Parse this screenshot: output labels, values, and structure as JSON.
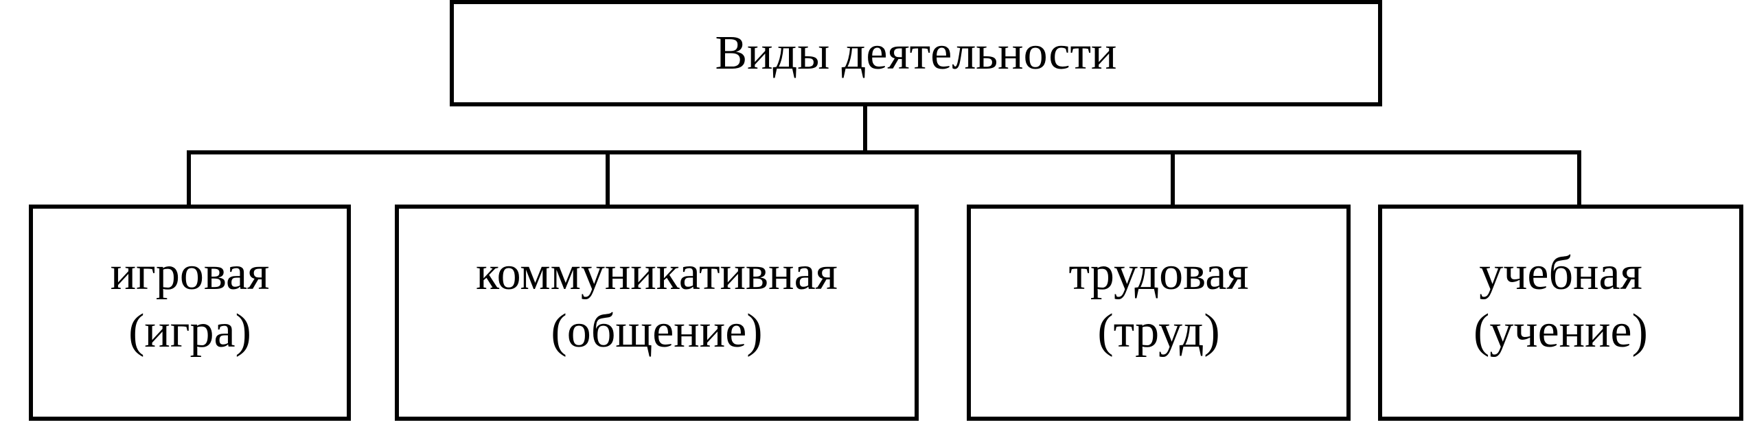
{
  "root": {
    "label": "Виды деятельности"
  },
  "children": [
    {
      "line1": "игровая",
      "line2": "(игра)"
    },
    {
      "line1": "коммуникативная",
      "line2": "(общение)"
    },
    {
      "line1": "трудовая",
      "line2": "(труд)"
    },
    {
      "line1": "учебная",
      "line2": "(учение)"
    }
  ]
}
